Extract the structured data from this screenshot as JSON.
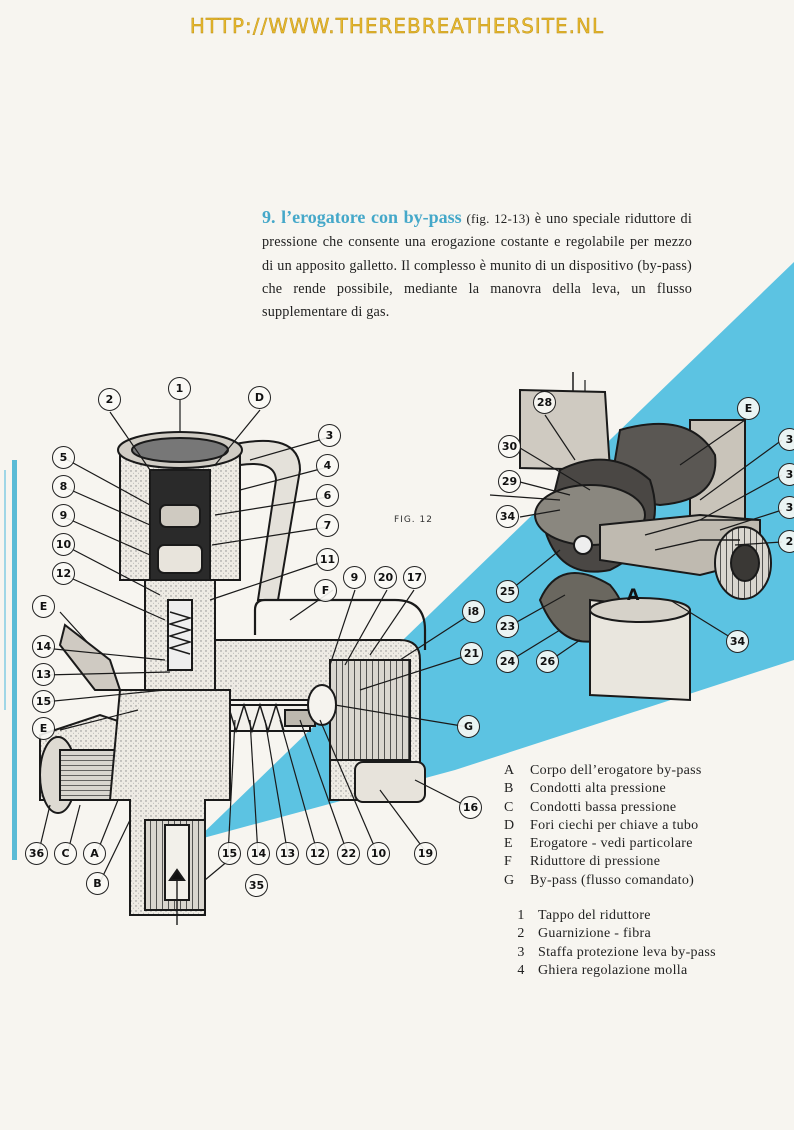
{
  "watermark": "HTTP://WWW.THEREBREATHERSITE.NL",
  "section": {
    "heading": "9. l’erogatore con by-pass",
    "ref": "(fig. 12-13)",
    "body": " è uno speciale riduttore di pressione che consente una erogazione costante e regolabile per mezzo di un apposito galletto. Il complesso è munito di un dispositivo (by-pass) che rende possibile, mediante la manovra della leva, un flusso supplementare di gas."
  },
  "figure": {
    "label": "FIG. 12",
    "callouts_left": [
      "1",
      "2",
      "D",
      "3",
      "4",
      "5",
      "6",
      "7",
      "8",
      "9",
      "10",
      "11",
      "12",
      "F",
      "E",
      "14",
      "13",
      "15",
      "E",
      "36",
      "C",
      "A",
      "B",
      "35",
      "15",
      "14",
      "13",
      "12",
      "22",
      "10",
      "19",
      "16",
      "G",
      "21",
      "i8",
      "9",
      "20",
      "17"
    ],
    "callouts_right": [
      "28",
      "E",
      "30",
      "29",
      "34",
      "25",
      "23",
      "24",
      "26",
      "34",
      "3",
      "3",
      "3",
      "2"
    ],
    "inset_letter": "A"
  },
  "legend": [
    {
      "key": "A",
      "text": "Corpo dell’erogatore by-pass"
    },
    {
      "key": "B",
      "text": "Condotti alta pressione"
    },
    {
      "key": "C",
      "text": "Condotti bassa pressione"
    },
    {
      "key": "D",
      "text": "Fori ciechi per chiave a tubo"
    },
    {
      "key": "E",
      "text": "Erogatore - vedi particolare"
    },
    {
      "key": "F",
      "text": "Riduttore di pressione"
    },
    {
      "key": "G",
      "text": "By-pass (flusso comandato)"
    }
  ],
  "parts": [
    {
      "key": "1",
      "text": "Tappo del riduttore"
    },
    {
      "key": "2",
      "text": "Guarnizione - fibra"
    },
    {
      "key": "3",
      "text": "Staffa protezione leva by-pass"
    },
    {
      "key": "4",
      "text": "Ghiera regolazione molla"
    }
  ],
  "colors": {
    "accent": "#45a8c9",
    "triangle": "#5cc3e2",
    "watermark": "#e6b92f"
  }
}
